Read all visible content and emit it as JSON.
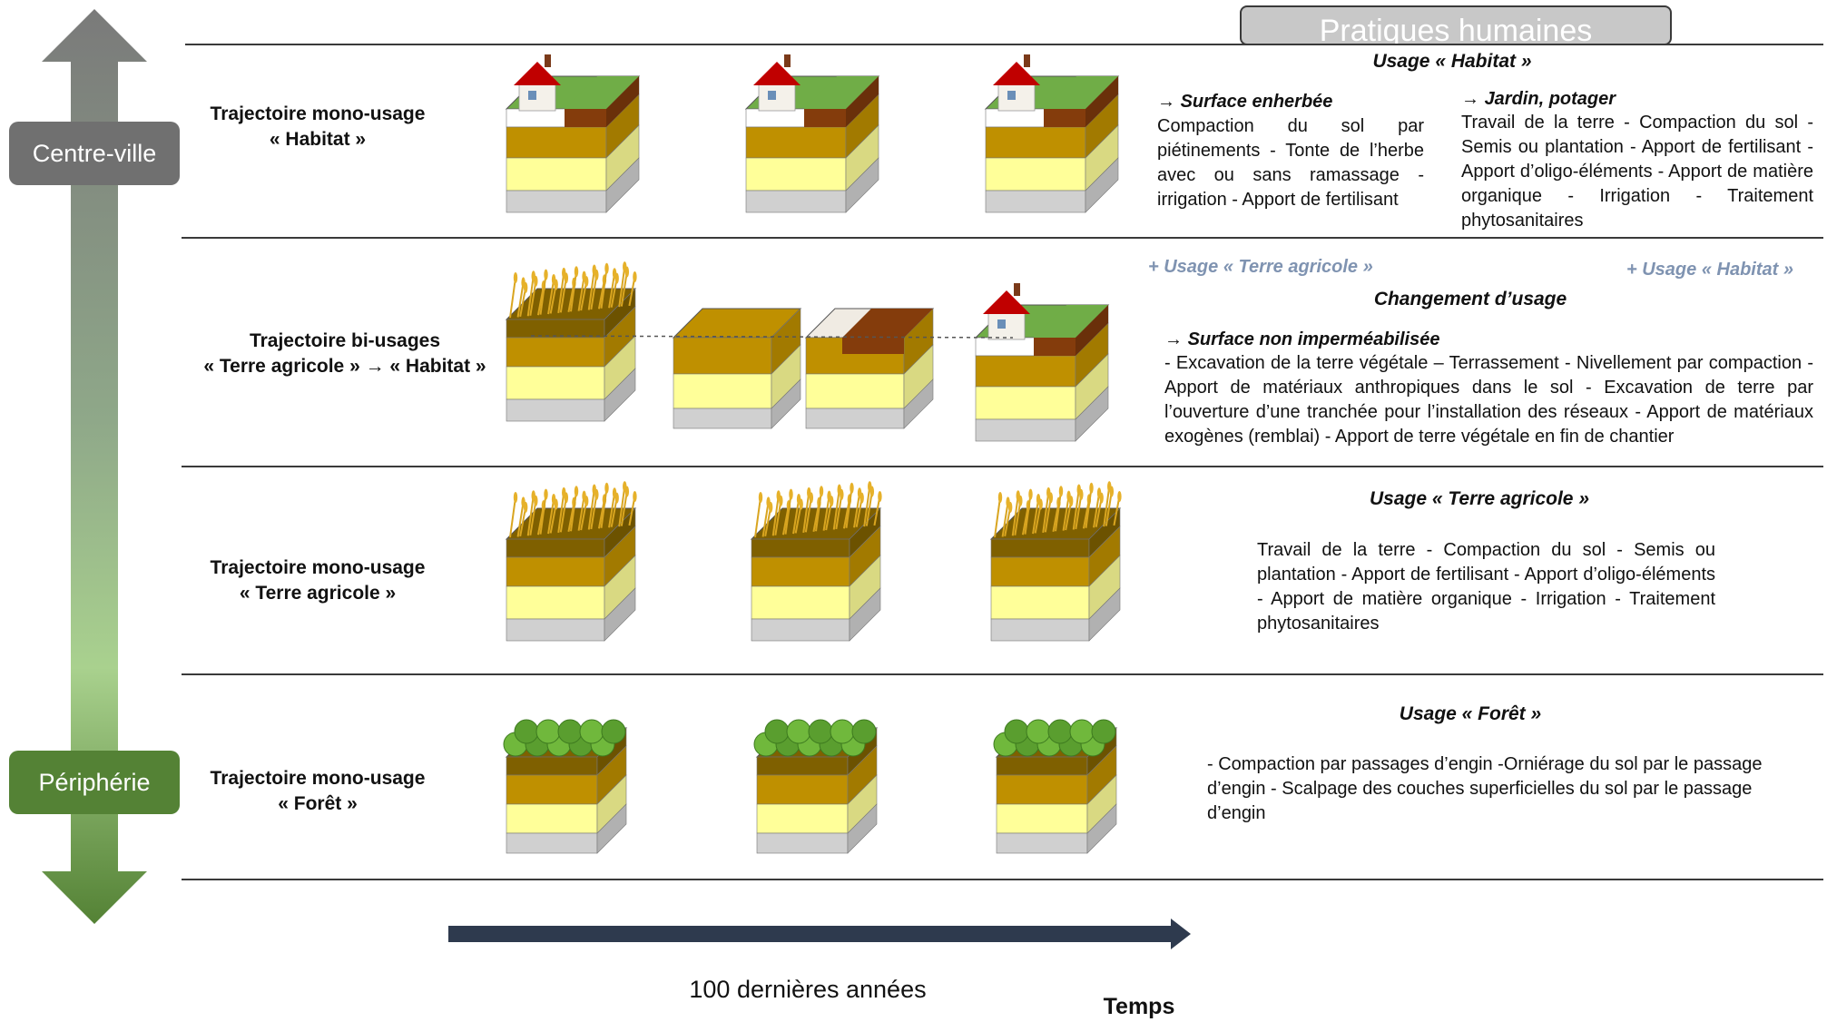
{
  "pratiques_title": "Pratiques humaines",
  "axis": {
    "top_label": "Centre-ville",
    "bottom_label": "Périphérie"
  },
  "time": {
    "period_label": "100 dernières années",
    "axis_label": "Temps"
  },
  "rows": [
    {
      "label_line1": "Trajectoire mono-usage",
      "label_line2": "« Habitat »",
      "icon": "house-icon",
      "usage_title": "Usage « Habitat »",
      "left_title": "Surface enherbée",
      "left_text": "Compaction du sol par piétinements - Tonte de l’herbe avec ou sans ramassage - irrigation - Apport de fertilisant",
      "right_title": "Jardin, potager",
      "right_text": "Travail de la terre - Compaction du sol - Semis ou plantation - Apport de fertilisant - Apport d’oligo-éléments - Apport de matière organique - Irrigation - Traitement phytosanitaires"
    },
    {
      "label_line1": "Trajectoire bi-usages",
      "label_line2": "« Terre agricole » → « Habitat »",
      "icon": "wheat-icon",
      "plus_left": "+ Usage « Terre agricole »",
      "plus_right": "+ Usage « Habitat »",
      "usage_title": "Changement d’usage",
      "left_title": "Surface non imperméabilisée",
      "left_text": "- Excavation de la terre végétale – Terrassement - Nivellement par compaction - Apport de matériaux anthropiques dans le sol - Excavation de terre par l’ouverture d’une tranchée pour l’installation des réseaux - Apport de matériaux exogènes (remblai) - Apport de terre végétale en fin de chantier"
    },
    {
      "label_line1": "Trajectoire mono-usage",
      "label_line2": "« Terre agricole »",
      "icon": "wheat-icon",
      "usage_title": "Usage « Terre agricole »",
      "left_text": "Travail de la terre - Compaction du sol - Semis ou plantation - Apport de fertilisant - Apport d’oligo-éléments - Apport de matière organique - Irrigation - Traitement phytosanitaires"
    },
    {
      "label_line1": "Trajectoire mono-usage",
      "label_line2": "« Forêt »",
      "icon": "tree-icon",
      "usage_title": "Usage « Forêt »",
      "left_text": "- Compaction par passages d’engin -Orniérage du sol par le passage d’engin - Scalpage des couches superficielles du sol par le passage d’engin"
    }
  ],
  "colors": {
    "top_pill": "#707070",
    "bottom_pill": "#548235",
    "arrow_top": "#7a7a7a",
    "arrow_mid": "#a9d18e",
    "arrow_bottom": "#548235",
    "time_arrow": "#2e3a4e",
    "soil_brown": "#bf9000",
    "soil_yellow": "#ffff99",
    "soil_gray": "#d0d0d0",
    "topsoil_dark": "#7f6000",
    "roof_red": "#c00000",
    "grass": "#70ad47",
    "earth": "#843c0c"
  }
}
